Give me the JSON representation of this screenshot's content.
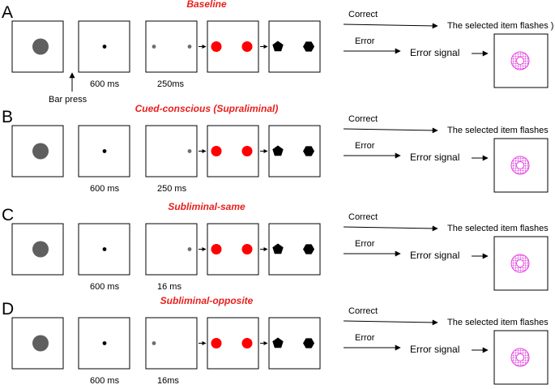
{
  "panels": [
    {
      "letter": "A",
      "title": "Baseline",
      "time_fix": "600 ms",
      "time_cue": "250ms",
      "cue_dots": "both",
      "bar_press": "Bar press",
      "correct": "Correct",
      "selected": "The selected item flashes )",
      "error": "Error",
      "error_signal": "Error signal"
    },
    {
      "letter": "B",
      "title": "Cued-conscious (Supraliminal)",
      "time_fix": "600 ms",
      "time_cue": "250 ms",
      "cue_dots": "right",
      "correct": "Correct",
      "selected": "The selected item flashes",
      "error": "Error",
      "error_signal": "Error signal"
    },
    {
      "letter": "C",
      "title": "Subliminal-same",
      "time_fix": "600 ms",
      "time_cue": "16 ms",
      "cue_dots": "right",
      "correct": "Correct",
      "selected": "The selected item flashes",
      "error": "Error",
      "error_signal": "Error signal"
    },
    {
      "letter": "D",
      "title": "Subliminal-opposite",
      "time_fix": "600 ms",
      "time_cue": "16ms",
      "cue_dots": "left",
      "correct": "Correct",
      "selected": "The selected item flashes",
      "error": "Error",
      "error_signal": "Error signal"
    }
  ],
  "colors": {
    "title": "#e8201c",
    "red_dot": "#ff0000",
    "gray_disc": "#5f5f5f",
    "cue_dot": "#6e6e6e",
    "ring": "#e040e0"
  }
}
